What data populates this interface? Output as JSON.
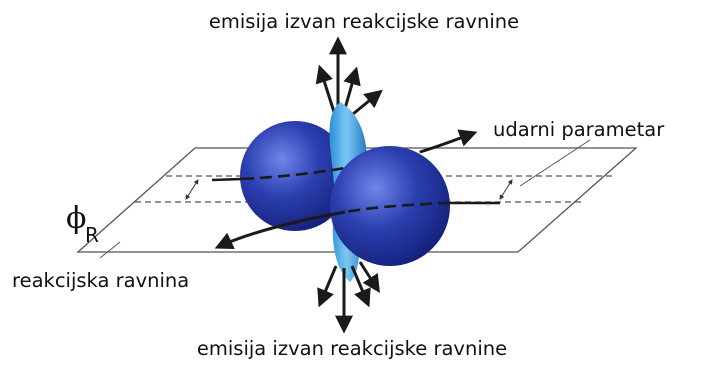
{
  "labels": {
    "top": "emisija izvan reakcijske ravnine",
    "bottom": "emisija izvan reakcijske ravnine",
    "impact_parameter": "udarni parametar",
    "reaction_plane": "reakcijska ravnina",
    "phi_symbol": "ϕ",
    "phi_subscript": "R"
  },
  "colors": {
    "nucleus_dark": "#1a2a8c",
    "nucleus_light": "#5a74e0",
    "overlap_zone": "#2f9ad8",
    "arrow": "#1a1a1a",
    "plane_line": "#555555"
  }
}
